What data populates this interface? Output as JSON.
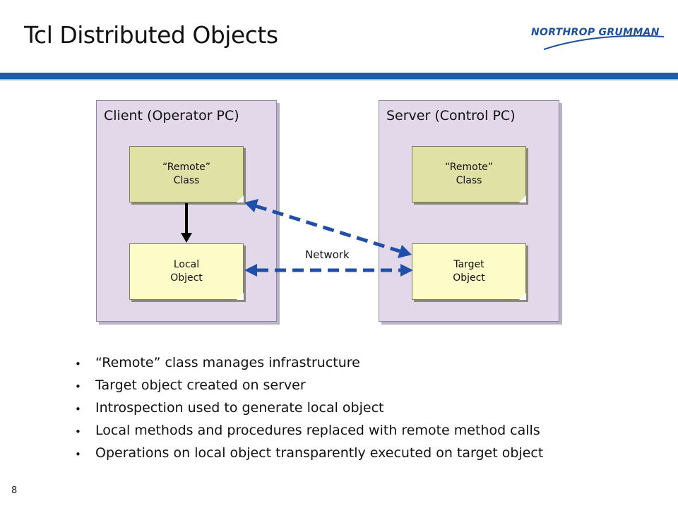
{
  "slide": {
    "title": "Tcl Distributed Objects",
    "logo_text": "NORTHROP GRUMMAN",
    "page_number": "8"
  },
  "diagram": {
    "client": {
      "title": "Client (Operator PC)",
      "remote_class": "“Remote”\nClass",
      "local_object": "Local\nObject"
    },
    "server": {
      "title": "Server (Control PC)",
      "remote_class": "“Remote”\nClass",
      "target_object": "Target\nObject"
    },
    "network_label": "Network"
  },
  "bullets": [
    "“Remote” class manages infrastructure",
    "Target object created on server",
    "Introspection used to generate local object",
    "Local methods and procedures replaced with remote method calls",
    "Operations on local object transparently executed on target object"
  ],
  "colors": {
    "brand_blue": "#1f5ea8",
    "panel_fill": "#e2d8ea",
    "class_fill": "#dfe2a4",
    "object_fill": "#fdfbc8",
    "arrow_blue": "#1f4fa8"
  }
}
